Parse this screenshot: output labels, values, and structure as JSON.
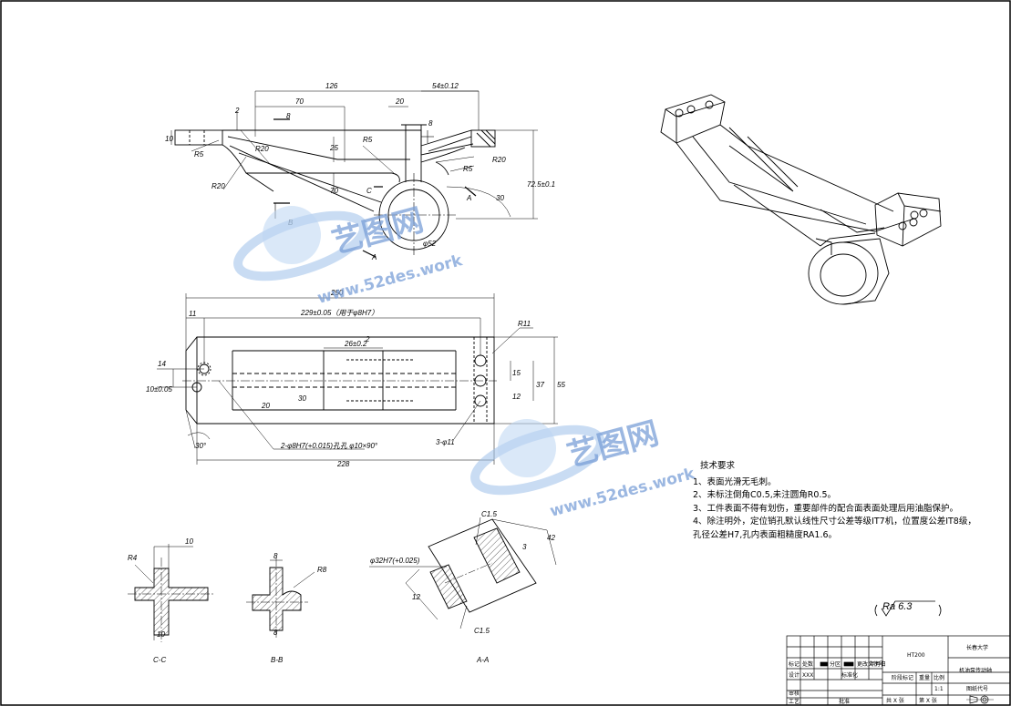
{
  "dims": {
    "d126": "126",
    "d70": "70",
    "d20": "20",
    "d54": "54±0.12",
    "d2": "2",
    "d8a": "8",
    "d8b": "8",
    "d10": "10",
    "r5a": "R5",
    "r5b": "R5",
    "r5c": "R5",
    "d25": "25",
    "r20a": "R20",
    "r20b": "R20",
    "d70b": "70",
    "d30": "30",
    "d52": "φ52",
    "d725": "72.5±0.1",
    "d250": "250",
    "d11": "11",
    "d229": "229±0.05（用于φ8H7）",
    "r11": "R11",
    "d26": "26±0.2",
    "d2b": "2",
    "d14": "14",
    "d10b": "10±0.05",
    "d15": "15",
    "d37": "37",
    "d55": "55",
    "d12": "12",
    "d20b": "20",
    "d30b": "30",
    "ang30": "30°",
    "holes2": "2-φ8H7(+0.015)孔孔 φ10×90°",
    "holes3": "3-φ11",
    "d228": "228",
    "r4": "R4",
    "d10c": "10",
    "d10d": "10",
    "d8c": "8",
    "r8": "R8",
    "d8d": "8",
    "c15a": "C1.5",
    "c15b": "C1.5",
    "d32": "φ32H7(+0.025)",
    "d42": "42",
    "d12b": "12",
    "d3": "3"
  },
  "sections": {
    "cc": "C-C",
    "bb": "B-B",
    "aa": "A-A",
    "cut_c": "C",
    "cut_a": "A",
    "cut_a2": "A",
    "cut_b": "B"
  },
  "watermark": {
    "brand": "艺图网",
    "site": "www.52des.work"
  },
  "tech_notes": {
    "title": "技术要求",
    "items": [
      "1、表面光滑无毛刺。",
      "2、未标注倒角C0.5,未注圆角R0.5。",
      "3、工件表面不得有划伤，重要部件的配合面表面处理后用油脂保护。",
      "4、除注明外，定位销孔默认线性尺寸公差等级IT7机，位置度公差IT8级，",
      "孔径公差H7,孔内表面粗糙度RA1.6。"
    ]
  },
  "roughness": "Ra 6.3",
  "title_block": {
    "material": "HT200",
    "school": "长春大学",
    "part_name": "机油泵传动轴",
    "drawing_no": "图纸代号",
    "stage": "阶段标记",
    "weight": "重量",
    "scale": "比例",
    "scale_value": "1:1",
    "sheets": "共 X 张",
    "sheet_no": "第 X 张",
    "designer": "设计",
    "designer_name": "XXX",
    "review": "审核",
    "process": "工艺",
    "approve": "批准",
    "std": "标准化",
    "marks": "标记",
    "count": "处数",
    "zone": "分区",
    "change": "更改文件号",
    "sign": "签名",
    "date": "年月日"
  }
}
